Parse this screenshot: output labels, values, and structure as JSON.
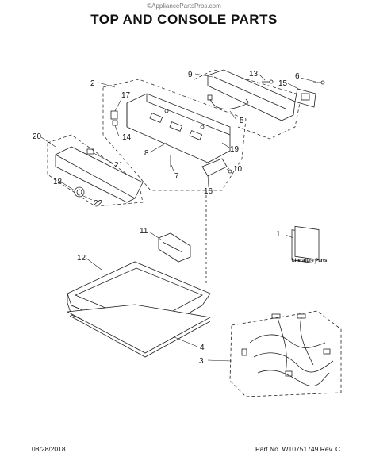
{
  "header": {
    "watermark": "©AppliancePartsPros.com",
    "title": "TOP AND CONSOLE PARTS"
  },
  "diagram": {
    "literature_label": "Literature Parts",
    "callouts": [
      {
        "id": "1",
        "label": "1"
      },
      {
        "id": "2",
        "label": "2"
      },
      {
        "id": "3",
        "label": "3"
      },
      {
        "id": "4",
        "label": "4"
      },
      {
        "id": "5",
        "label": "5"
      },
      {
        "id": "6",
        "label": "6"
      },
      {
        "id": "7",
        "label": "7"
      },
      {
        "id": "8",
        "label": "8"
      },
      {
        "id": "9",
        "label": "9"
      },
      {
        "id": "10",
        "label": "10"
      },
      {
        "id": "11",
        "label": "11"
      },
      {
        "id": "12",
        "label": "12"
      },
      {
        "id": "13",
        "label": "13"
      },
      {
        "id": "14",
        "label": "14"
      },
      {
        "id": "15",
        "label": "15"
      },
      {
        "id": "16",
        "label": "16"
      },
      {
        "id": "17",
        "label": "17"
      },
      {
        "id": "18",
        "label": "18"
      },
      {
        "id": "19",
        "label": "19"
      },
      {
        "id": "20",
        "label": "20"
      },
      {
        "id": "21",
        "label": "21"
      },
      {
        "id": "22",
        "label": "22"
      }
    ]
  },
  "footer": {
    "date": "08/28/2018",
    "part_no": "Part No. W10751749 Rev. C"
  }
}
